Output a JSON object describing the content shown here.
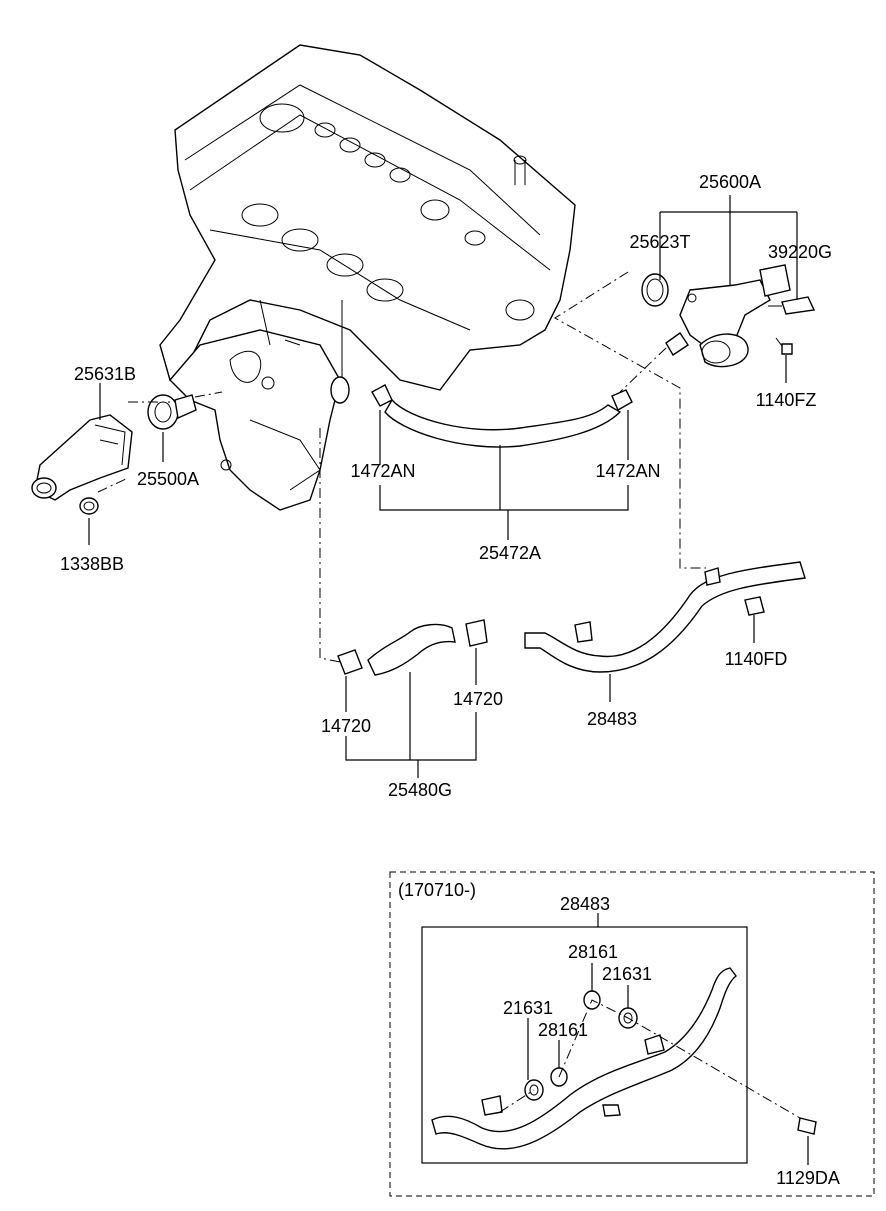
{
  "diagram": {
    "part_labels": {
      "p25600A": "25600A",
      "p25623T": "25623T",
      "p39220G": "39220G",
      "p1140FZ": "1140FZ",
      "p25631B": "25631B",
      "p25500A": "25500A",
      "p1338BB": "1338BB",
      "p1472AN_left": "1472AN",
      "p1472AN_right": "1472AN",
      "p25472A": "25472A",
      "p1140FD": "1140FD",
      "p28483": "28483",
      "p14720_left": "14720",
      "p14720_right": "14720",
      "p25480G": "25480G"
    },
    "inset": {
      "date_code": "(170710-)",
      "labels": {
        "p28483": "28483",
        "p28161_top": "28161",
        "p21631_top": "21631",
        "p21631_left": "21631",
        "p28161_left": "28161",
        "p1129DA": "1129DA"
      }
    }
  }
}
